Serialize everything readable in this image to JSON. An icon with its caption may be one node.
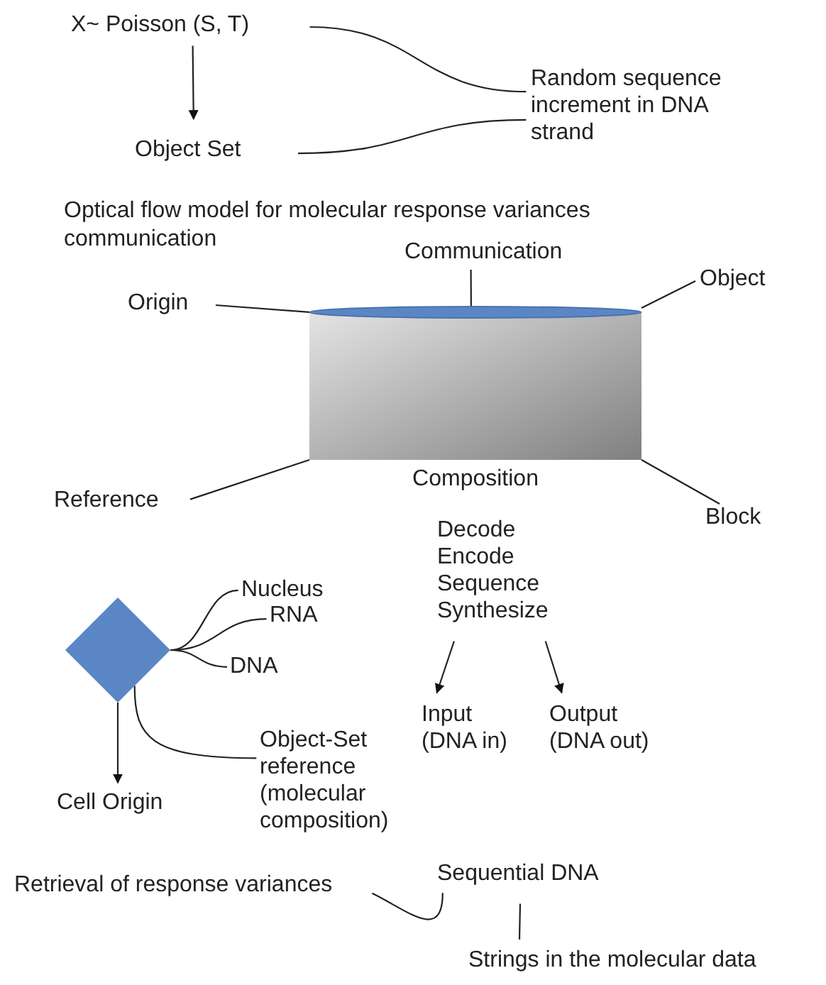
{
  "diagram": {
    "title": "Optical flow model for molecular response variances communication",
    "nodes": [
      {
        "text": [
          "X~ Poisson (S, T)"
        ]
      },
      {
        "text": [
          "Object Set"
        ]
      },
      {
        "text": [
          "Random sequence increment in DNA strand"
        ]
      },
      {
        "text": [
          "Communication"
        ]
      },
      {
        "text": [
          "Origin"
        ]
      },
      {
        "text": [
          "Object"
        ]
      },
      {
        "text": [
          "Composition"
        ]
      },
      {
        "text": [
          "Reference"
        ]
      },
      {
        "text": [
          "Block"
        ]
      },
      {
        "text": [],
        "shape": "diamond"
      },
      {
        "text": [
          "Nucleus"
        ]
      },
      {
        "text": [
          "RNA"
        ]
      },
      {
        "text": [
          "DNA"
        ]
      },
      {
        "text": [
          "Cell Origin"
        ]
      },
      {
        "text": [
          "Object-Set reference (molecular composition)"
        ]
      },
      {
        "text": [
          "Decode Encode Sequence Synthesize"
        ]
      },
      {
        "text": [
          "Input (DNA in)"
        ]
      },
      {
        "text": [
          "Output (DNA out)"
        ]
      },
      {
        "text": [
          "Retrieval of response variances"
        ]
      },
      {
        "text": [
          "Sequential DNA"
        ]
      },
      {
        "text": [
          "Strings in the molecular data"
        ]
      }
    ],
    "edges": [
      {
        "from": 0,
        "to": 1,
        "arrow": "to"
      },
      {
        "from": 0,
        "to": 2,
        "arrow": "none"
      },
      {
        "from": 1,
        "to": 2,
        "arrow": "none"
      },
      {
        "from": 3,
        "to": 6,
        "arrow": "none"
      },
      {
        "from": 4,
        "to": 6,
        "arrow": "none"
      },
      {
        "from": 5,
        "to": 6,
        "arrow": "none"
      },
      {
        "from": 7,
        "to": 6,
        "arrow": "none"
      },
      {
        "from": 8,
        "to": 6,
        "arrow": "none"
      },
      {
        "from": 10,
        "to": 9,
        "arrow": "none"
      },
      {
        "from": 11,
        "to": 9,
        "arrow": "none"
      },
      {
        "from": 12,
        "to": 9,
        "arrow": "none"
      },
      {
        "from": 9,
        "to": 13,
        "arrow": "to"
      },
      {
        "from": 14,
        "to": 9,
        "arrow": "none"
      },
      {
        "from": 15,
        "to": 16,
        "arrow": "to"
      },
      {
        "from": 15,
        "to": 17,
        "arrow": "to"
      },
      {
        "from": 18,
        "to": 19,
        "arrow": "none"
      },
      {
        "from": 19,
        "to": 20,
        "arrow": "none"
      }
    ]
  }
}
